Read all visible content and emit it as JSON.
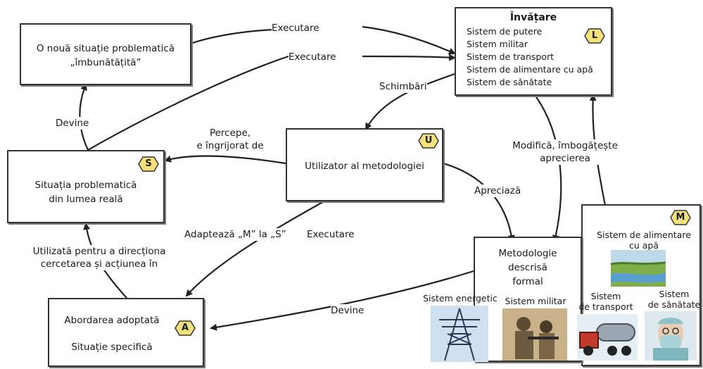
{
  "nodes": {
    "new_situation": {
      "line1": "O nouă situație problematică",
      "line2": "„îmbunătățită”"
    },
    "learning": {
      "title": "Învățare",
      "hex": "L",
      "items": [
        "Sistem de putere",
        "Sistem militar",
        "Sistem de transport",
        "Sistem de alimentare cu apă",
        "Sistem de sănătate"
      ]
    },
    "user": {
      "label": "Utilizator al metodologiei",
      "hex": "U"
    },
    "situation": {
      "line1": "Situația problematică",
      "line2": "din lumea reală",
      "hex": "S"
    },
    "approach": {
      "line1": "Abordarea adoptată",
      "line2": "Situație specifică",
      "hex": "A"
    },
    "methodology": {
      "line1": "Metodologie",
      "line2": "descrisă",
      "line3": "formal",
      "hex": "M",
      "water": {
        "line1": "Sistem de alimentare",
        "line2": "cu apă"
      },
      "energy": "Sistem energetic",
      "military": "Sistem militar",
      "transport": {
        "line1": "Sistem",
        "line2": "de transport"
      },
      "health": {
        "line1": "Sistem",
        "line2": "de sănătate"
      }
    }
  },
  "edges": {
    "exec_top": "Executare",
    "exec_second": "Executare",
    "exec_bottom": "Executare",
    "changes": "Schimbări",
    "becomes_left": "Devine",
    "becomes_bottom": "Devine",
    "perceives": {
      "line1": "Percepe,",
      "line2": "e îngrijorat de"
    },
    "modifies": {
      "line1": "Modifică, îmbogățește",
      "line2": "aprecierea"
    },
    "appreciates": "Apreciază",
    "adapts": "Adaptează „M” la „S”",
    "used_for": {
      "line1": "Utilizată pentru a direcționa",
      "line2": "cercetarea și acțiunea în"
    }
  }
}
